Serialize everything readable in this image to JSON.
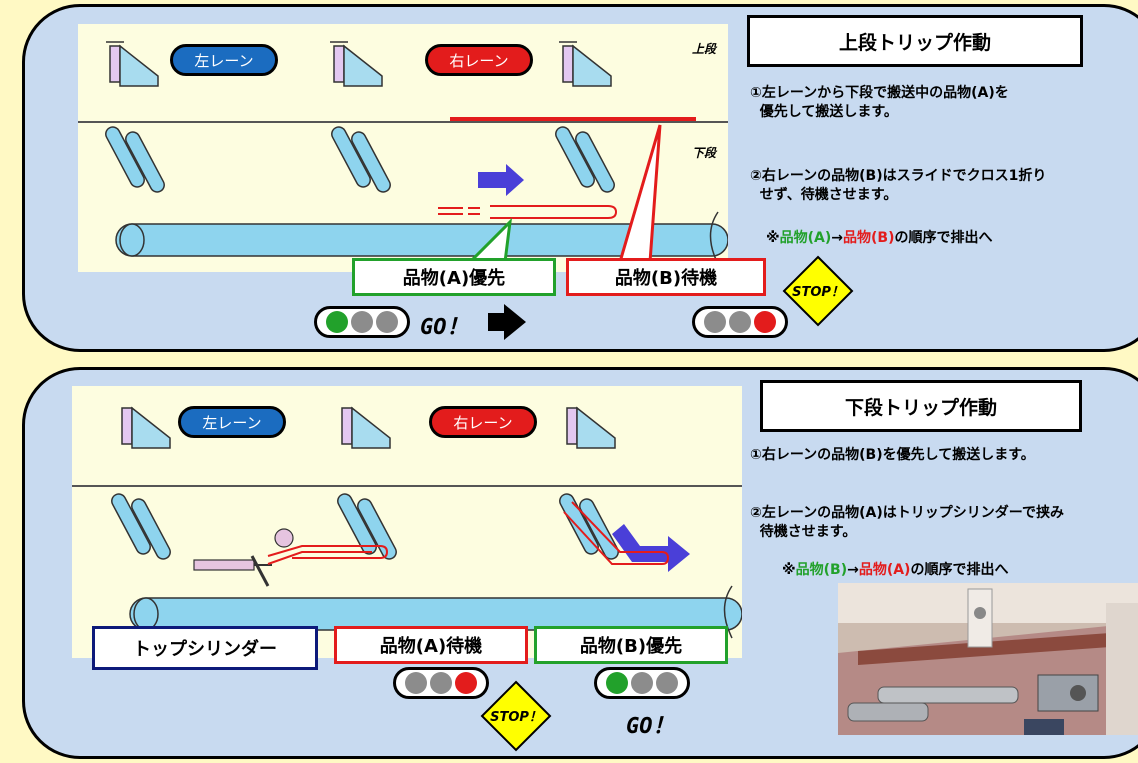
{
  "top": {
    "title": "上段トリップ作動",
    "left_lane": "左レーン",
    "right_lane": "右レーン",
    "upper_label": "上段",
    "lower_label": "下段",
    "desc1": "①左レーンから下段で搬送中の品物(A)を\n  優先して搬送します。",
    "desc2": "②右レーンの品物(B)はスライドでクロス1折り\n  せず、待機させます。",
    "note_prefix": "※",
    "note_a": "品物(A)",
    "note_arrow": "→",
    "note_b": "品物(B)",
    "note_suffix": "の順序で排出へ",
    "callout_priority": "品物(A)優先",
    "callout_wait": "品物(B)待機",
    "go_text": "GO！",
    "stop_text": "STOP！"
  },
  "bottom": {
    "title": "下段トリップ作動",
    "left_lane": "左レーン",
    "right_lane": "右レーン",
    "desc1": "①右レーンの品物(B)を優先して搬送します。",
    "desc2": "②左レーンの品物(A)はトリップシリンダーで挟み\n  待機させます。",
    "note_prefix": "※",
    "note_b": "品物(B)",
    "note_arrow": "→",
    "note_a": "品物(A)",
    "note_suffix": "の順序で排出へ",
    "callout_cylinder": "トップシリンダー",
    "callout_wait": "品物(A)待機",
    "callout_priority": "品物(B)優先",
    "go_text": "GO！",
    "stop_text": "STOP！"
  },
  "colors": {
    "panel_bg": "#c8daf0",
    "page_bg": "#fff9c4",
    "roller": "#8ed4ee",
    "green": "#22a12b",
    "red": "#e31c1c",
    "navy": "#0d1a7a",
    "arrow_blue": "#4a3fd8",
    "stop_yellow": "#ffff00"
  }
}
